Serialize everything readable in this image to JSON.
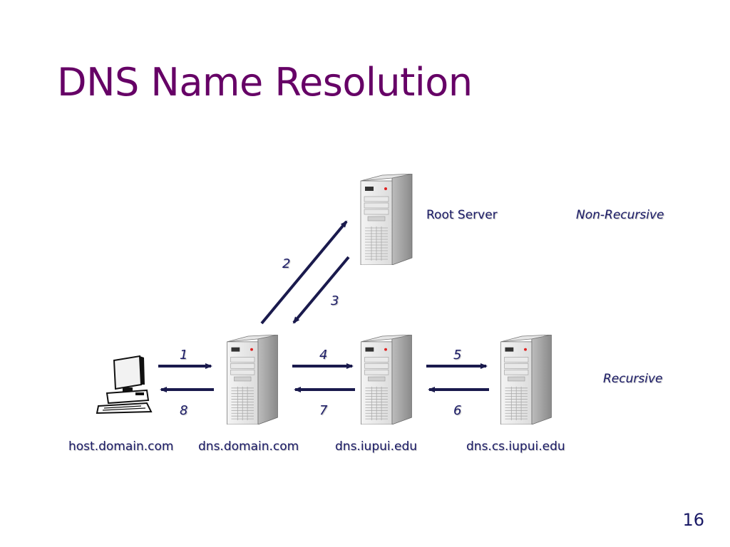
{
  "slide": {
    "title": "DNS Name Resolution",
    "page_number": "16"
  },
  "nodes": {
    "root": "Root Server",
    "host": "host.domain.com",
    "dns_domain": "dns.domain.com",
    "dns_iupui": "dns.iupui.edu",
    "dns_cs_iupui": "dns.cs.iupui.edu"
  },
  "annotations": {
    "non_recursive": "Non-Recursive",
    "recursive": "Recursive"
  },
  "steps": [
    "1",
    "2",
    "3",
    "4",
    "5",
    "6",
    "7",
    "8"
  ],
  "icons": {
    "host": "desktop-computer-icon",
    "server": "tower-server-icon"
  }
}
